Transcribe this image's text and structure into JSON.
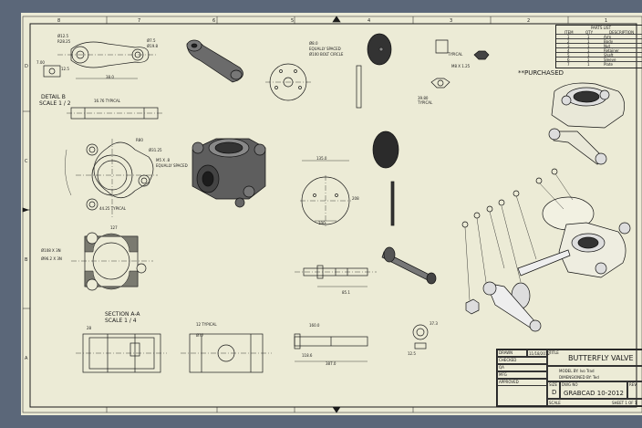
{
  "drawing": {
    "callout_purchased": "**PURCHASED",
    "detail_b_label": "DETAIL B",
    "detail_b_scale": "SCALE 1 / 2",
    "section_label": "SECTION A-A",
    "section_scale": "SCALE 1 / 4"
  },
  "parts_list": {
    "title": "PARTS LIST",
    "headers": [
      "ITEM",
      "QTY",
      "DESCRIPTION"
    ],
    "rows": [
      [
        "1",
        "1",
        "Arm"
      ],
      [
        "2",
        "1",
        "Body"
      ],
      [
        "3",
        "1",
        "Nut"
      ],
      [
        "4",
        "1",
        "Retainer"
      ],
      [
        "5",
        "1",
        "Shaft"
      ],
      [
        "6",
        "1",
        "Sleeve"
      ],
      [
        "7",
        "1",
        "Plate"
      ]
    ]
  },
  "title_block": {
    "title": "BUTTERFLY VALVE",
    "date": "11/18/2012",
    "model_by": "MODEL BY: Ivo Trad",
    "dimensioned_by": "DIMENSIONED BY: Ted",
    "size": "D",
    "drawing_number": "GRABCAD  10-2012",
    "sheet": "SHEET 1 OF 1",
    "labels": {
      "drawn": "DRAWN",
      "checked": "CHECKED",
      "qa": "QA",
      "mfg": "MFG",
      "approved": "APPROVED",
      "title": "TITLE",
      "size": "SIZE",
      "dwg_no": "DWG NO",
      "rev": "REV",
      "scale": "SCALE"
    }
  },
  "border": {
    "top_marks": [
      "8",
      "7",
      "6",
      "5",
      "4",
      "3",
      "2",
      "1"
    ],
    "side_marks": [
      "D",
      "C",
      "B",
      "A"
    ]
  },
  "dims": {
    "d_r12": "Ø12.5",
    "d_r12b": "R28.25",
    "d_10": "Ø7.5",
    "d_r4": "Ø19.8",
    "d_12": "12.5",
    "d_700": "7.00",
    "d_380": "38.0",
    "d_16typ": "16.76 TYPICAL",
    "d_equal": "EQUALLY SPACED",
    "d_bolt": "Ø100 BOLT CIRCLE",
    "d_r98": "Ø8.0",
    "d_typical": "TYPICAL",
    "d_m8": "M8 X 1.25",
    "d_3980": "39.80",
    "d_r80": "R80",
    "d_135": "135.0",
    "d_100": "100",
    "d_208": "208",
    "d_m56": "M5 X .8",
    "d_typical2": "TYPICAL",
    "d_3125": "Ø31.25",
    "d_14425": "44.25 TYPICAL",
    "d_127": "127",
    "d_108": "Ø108 X 3N",
    "d_962": "Ø96.2 X 3N",
    "d_28": "28",
    "d_77": "Ø77",
    "d_12typ": "12 TYPICAL",
    "d_160": "160.0",
    "d_851": "85.1",
    "d_387": "387.0",
    "d_1186": "118.6",
    "d_373": "37.3",
    "d_125": "12.5"
  }
}
